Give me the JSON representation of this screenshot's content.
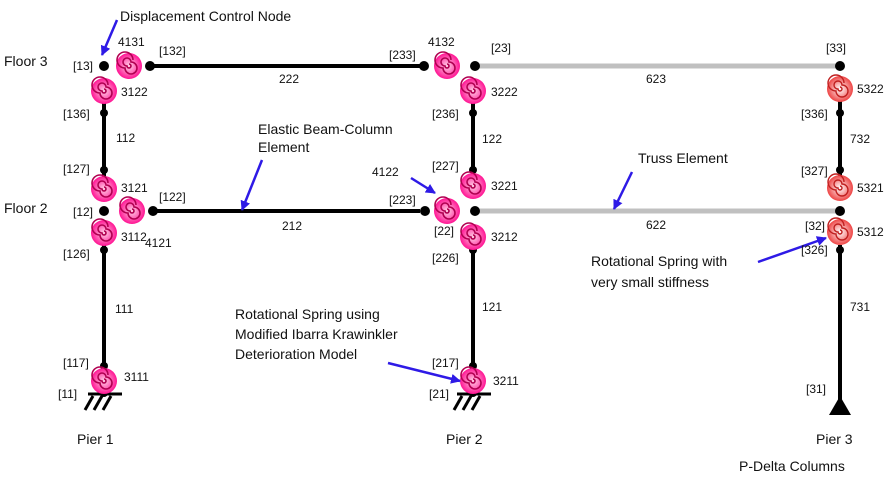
{
  "annotations": {
    "displacement_control_node": "Displacement Control Node",
    "elastic_beam_column_1": "Elastic Beam-Column",
    "elastic_beam_column_2": "Element",
    "truss_element": "Truss Element",
    "rot_spring_small_1": "Rotational Spring with",
    "rot_spring_small_2": "very small stiffness",
    "rot_spring_ik_1": "Rotational Spring using",
    "rot_spring_ik_2": "Modified Ibarra Krawinkler",
    "rot_spring_ik_3": "Deterioration Model",
    "p_delta_columns": "P-Delta Columns"
  },
  "floors": {
    "floor3": "Floor 3",
    "floor2": "Floor 2"
  },
  "piers": {
    "pier1": "Pier 1",
    "pier2": "Pier 2",
    "pier3": "Pier 3"
  },
  "nodes": {
    "n13": "[13]",
    "n132": "[132]",
    "n233": "[233]",
    "n23": "[23]",
    "n33": "[33]",
    "n136": "[136]",
    "n236": "[236]",
    "n336": "[336]",
    "n127": "[127]",
    "n227": "[227]",
    "n327": "[327]",
    "n12": "[12]",
    "n122": "[122]",
    "n223": "[223]",
    "n22": "[22]",
    "n32": "[32]",
    "n126": "[126]",
    "n226": "[226]",
    "n326": "[326]",
    "n117": "[117]",
    "n217": "[217]",
    "n11": "[11]",
    "n21": "[21]",
    "n31": "[31]"
  },
  "springs": {
    "s4131": "4131",
    "s4132": "4132",
    "s3122": "3122",
    "s3222": "3222",
    "s5322": "5322",
    "s3121": "3121",
    "s4122": "4122",
    "s3221": "3221",
    "s5321": "5321",
    "s4121": "4121",
    "s3112": "3112",
    "s3212": "3212",
    "s5312": "5312",
    "s3111": "3111",
    "s3211": "3211"
  },
  "elements": {
    "e222": "222",
    "e623": "623",
    "e112": "112",
    "e122": "122",
    "e732": "732",
    "e212": "212",
    "e622": "622",
    "e111": "111",
    "e121": "121",
    "e731": "731"
  },
  "colors": {
    "frame": "#000000",
    "truss": "#c0c0c0",
    "spring": "#ff1493",
    "spring_light": "#ff7f7f",
    "arrow": "#2e1ae6"
  }
}
